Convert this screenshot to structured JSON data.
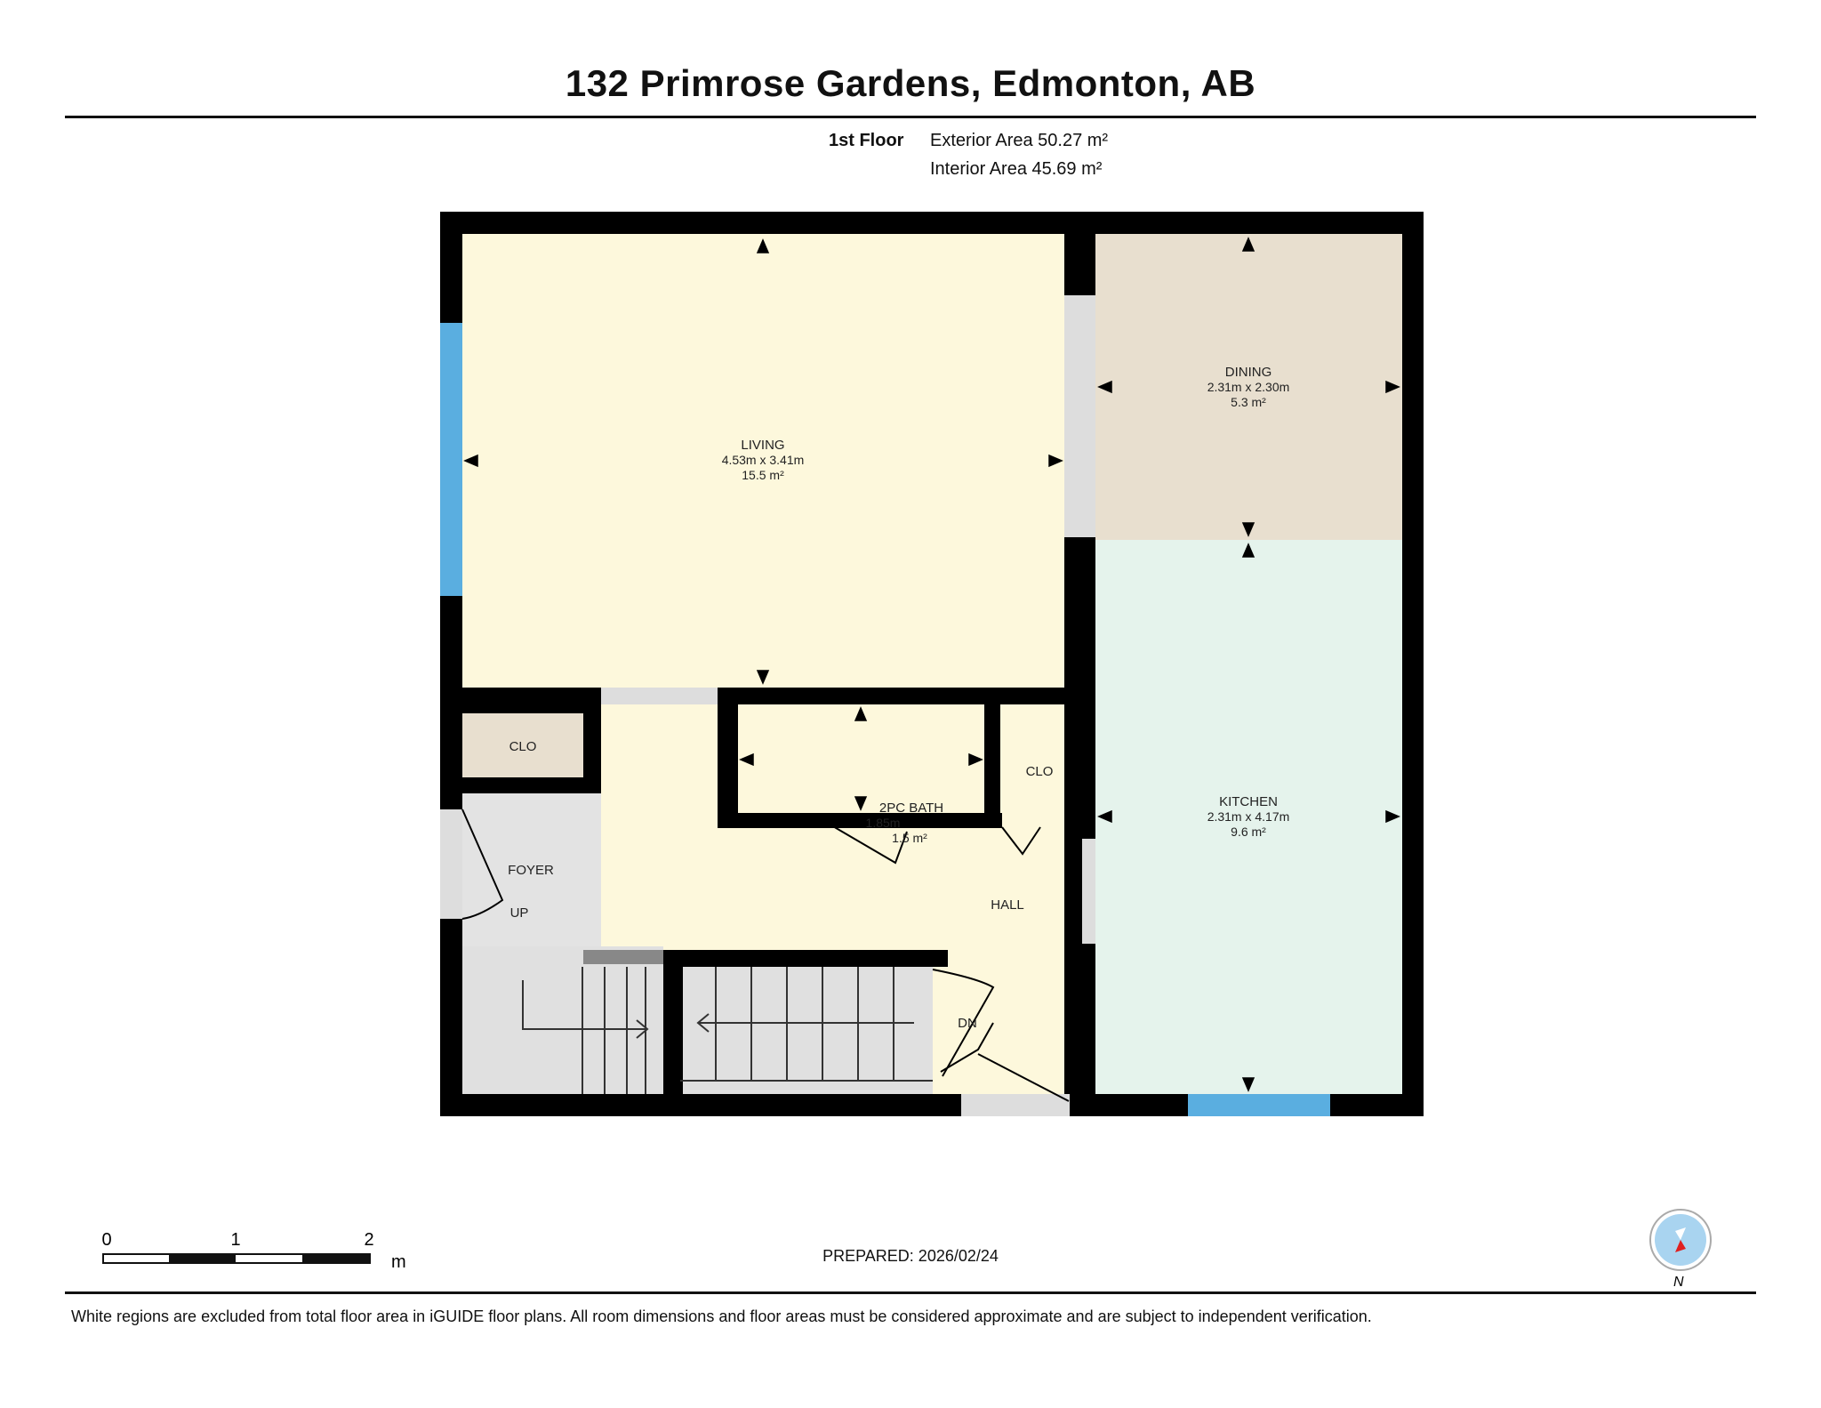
{
  "title": "132 Primrose Gardens, Edmonton, AB",
  "floor": {
    "name": "1st Floor",
    "exterior_area": "Exterior Area 50.27 m²",
    "interior_area": "Interior Area 45.69 m²"
  },
  "rooms": {
    "living": {
      "name": "LIVING",
      "dims": "4.53m x 3.41m",
      "area": "15.5 m²",
      "color": "#fdf8dc"
    },
    "dining": {
      "name": "DINING",
      "dims": "2.31m x 2.30m",
      "area": "5.3 m²",
      "color": "#e8dfcf"
    },
    "kitchen": {
      "name": "KITCHEN",
      "dims": "2.31m x 4.17m",
      "area": "9.6 m²",
      "color": "#e5f3ec"
    },
    "bath": {
      "name": "2PC BATH",
      "dims": "1.85m",
      "area": "1.5 m²",
      "color": "#bfe3f8"
    },
    "clo_left": {
      "name": "CLO",
      "color": "#e8dfcf"
    },
    "clo_right": {
      "name": "CLO",
      "color": "#e8dfcf"
    },
    "foyer": {
      "name": "FOYER",
      "color": "#e3e3e3"
    },
    "hall": {
      "name": "HALL",
      "color": "#fdf8dc"
    },
    "stairs_up": {
      "label": "UP"
    },
    "stairs_down": {
      "label": "DN"
    }
  },
  "colors": {
    "wall": "#000000",
    "window": "#5aaee0",
    "opening": "#dddddd"
  },
  "scale": {
    "ticks": [
      "0",
      "1",
      "2"
    ],
    "unit": "m"
  },
  "prepared": "PREPARED: 2026/02/24",
  "compass": {
    "label": "N"
  },
  "disclaimer": "White regions are excluded from total floor area in iGUIDE floor plans. All room dimensions and floor areas must be considered approximate and are subject to independent verification."
}
